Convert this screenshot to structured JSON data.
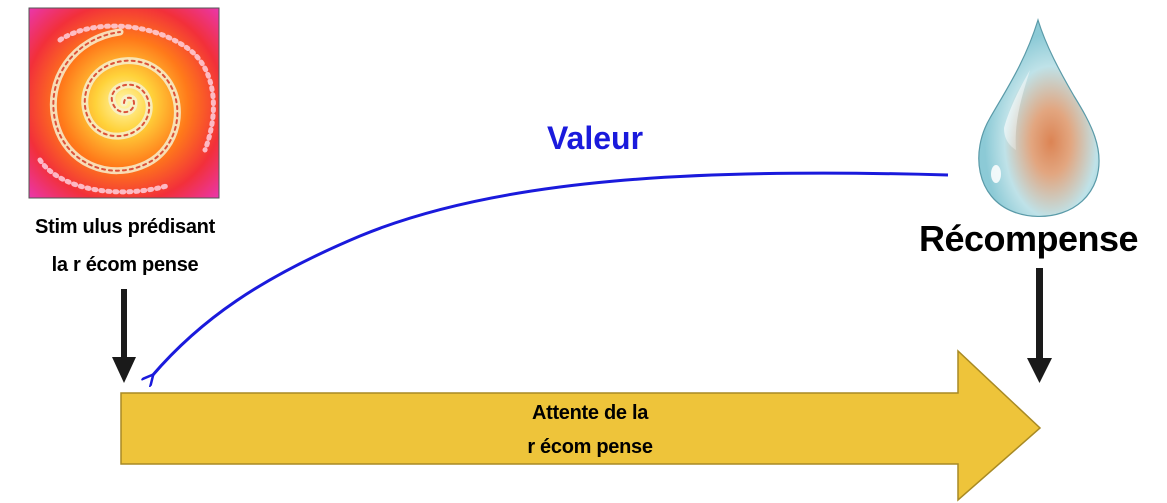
{
  "stimulus": {
    "image": "spiral-fractal-image",
    "label_line1": "Stim ulus prédisant",
    "label_line2": "la r écom pense"
  },
  "reward": {
    "image": "water-drop-image",
    "label": "Récompense"
  },
  "value": {
    "label": "Valeur",
    "color": "#1a1adc"
  },
  "expectation": {
    "label_line1": "Attente de la",
    "label_line2": "r écom pense",
    "color": "#eec43a"
  }
}
